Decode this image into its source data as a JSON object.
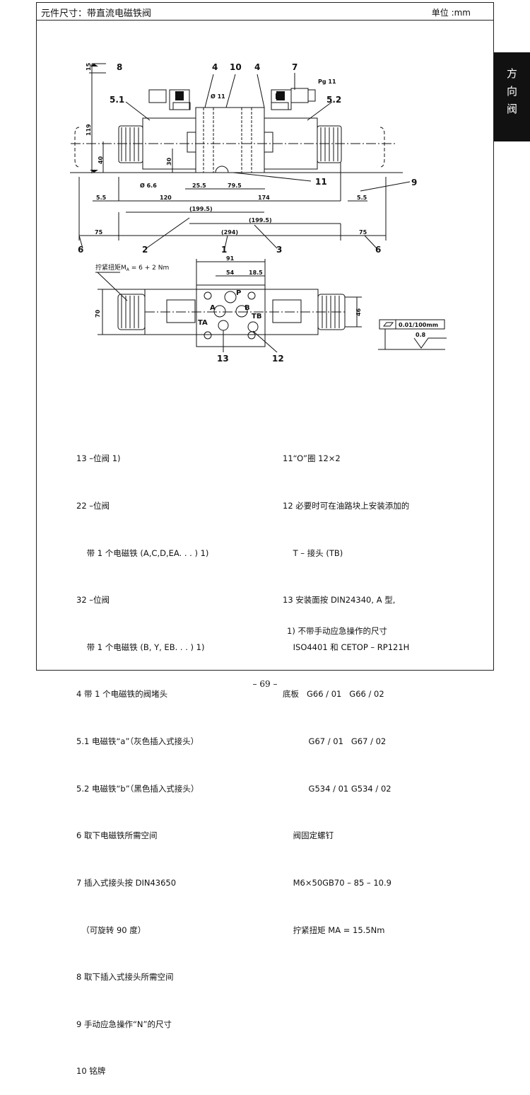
{
  "header": {
    "title": "元件尺寸：带直流电磁铁阀",
    "unit": "单位 :mm"
  },
  "side_tab": {
    "chars": [
      "方",
      "向",
      "阀"
    ]
  },
  "drawing": {
    "callouts": {
      "c8": "8",
      "c4a": "4",
      "c10": "10",
      "c4b": "4",
      "c7": "7",
      "c51": "5.1",
      "c52": "5.2",
      "c9": "9",
      "c11": "11",
      "c6a": "6",
      "c2": "2",
      "c1": "1",
      "c3": "3",
      "c6b": "6",
      "c13": "13",
      "c12": "12"
    },
    "dims": {
      "d15": "15",
      "d119": "119",
      "d40": "40",
      "d30": "30",
      "dpg": "Pg 11",
      "dphi11": "Ø 11",
      "dphi66": "Ø 6.6",
      "d255": "25.5",
      "d795": "79.5",
      "d55a": "5.5",
      "d120": "120",
      "d174": "174",
      "d55b": "5.5",
      "d1995a": "(199.5)",
      "d1995b": "(199.5)",
      "d75a": "75",
      "d294": "(294)",
      "d75b": "75",
      "d91": "91",
      "d54": "54",
      "d185": "18.5",
      "d70": "70",
      "d46": "46",
      "torque": "拧紧扭矩M",
      "torque_sub": "A",
      "torque_val": " = 6 + 2 Nm",
      "flat": "0.01/100mm",
      "rough": "0.8"
    },
    "ports": {
      "A1": "A",
      "B1": "B",
      "P": "P",
      "A2": "A",
      "B2": "B",
      "TA": "TA",
      "TB": "TB"
    }
  },
  "notes_left": [
    "13 –位阀 1)",
    "22 –位阀",
    "    带 1 个电磁铁 (A,C,D,EA. . . ) 1)",
    "32 –位阀",
    "    带 1 个电磁铁 (B, Y, EB. . . ) 1)",
    "4 带 1 个电磁铁的阀堵头",
    "5.1 电磁铁“a”（灰色插入式接头）",
    "5.2 电磁铁“b”（黑色插入式接头）",
    "6 取下电磁铁所需空间",
    "7 插入式接头按 DIN43650",
    "  （可旋转 90 度）",
    "8 取下插入式接头所需空间",
    "9 手动应急操作“N”的尺寸",
    "10 铭牌"
  ],
  "notes_right": [
    "11“O”圈 12×2",
    "12 必要时可在油路块上安装添加的",
    "    T – 接头 (TB)",
    "13 安装面按 DIN24340, A 型,",
    "    ISO4401 和 CETOP – RP121H",
    "底板   G66 / 01   G66 / 02",
    "          G67 / 01   G67 / 02",
    "          G534 / 01 G534 / 02",
    "    阀固定螺钉",
    "    M6×50GB70 – 85 – 10.9",
    "    拧紧扭矩 MA = 15.5Nm"
  ],
  "footnote": "1) 不带手动应急操作的尺寸",
  "page_number": "– 69 –"
}
